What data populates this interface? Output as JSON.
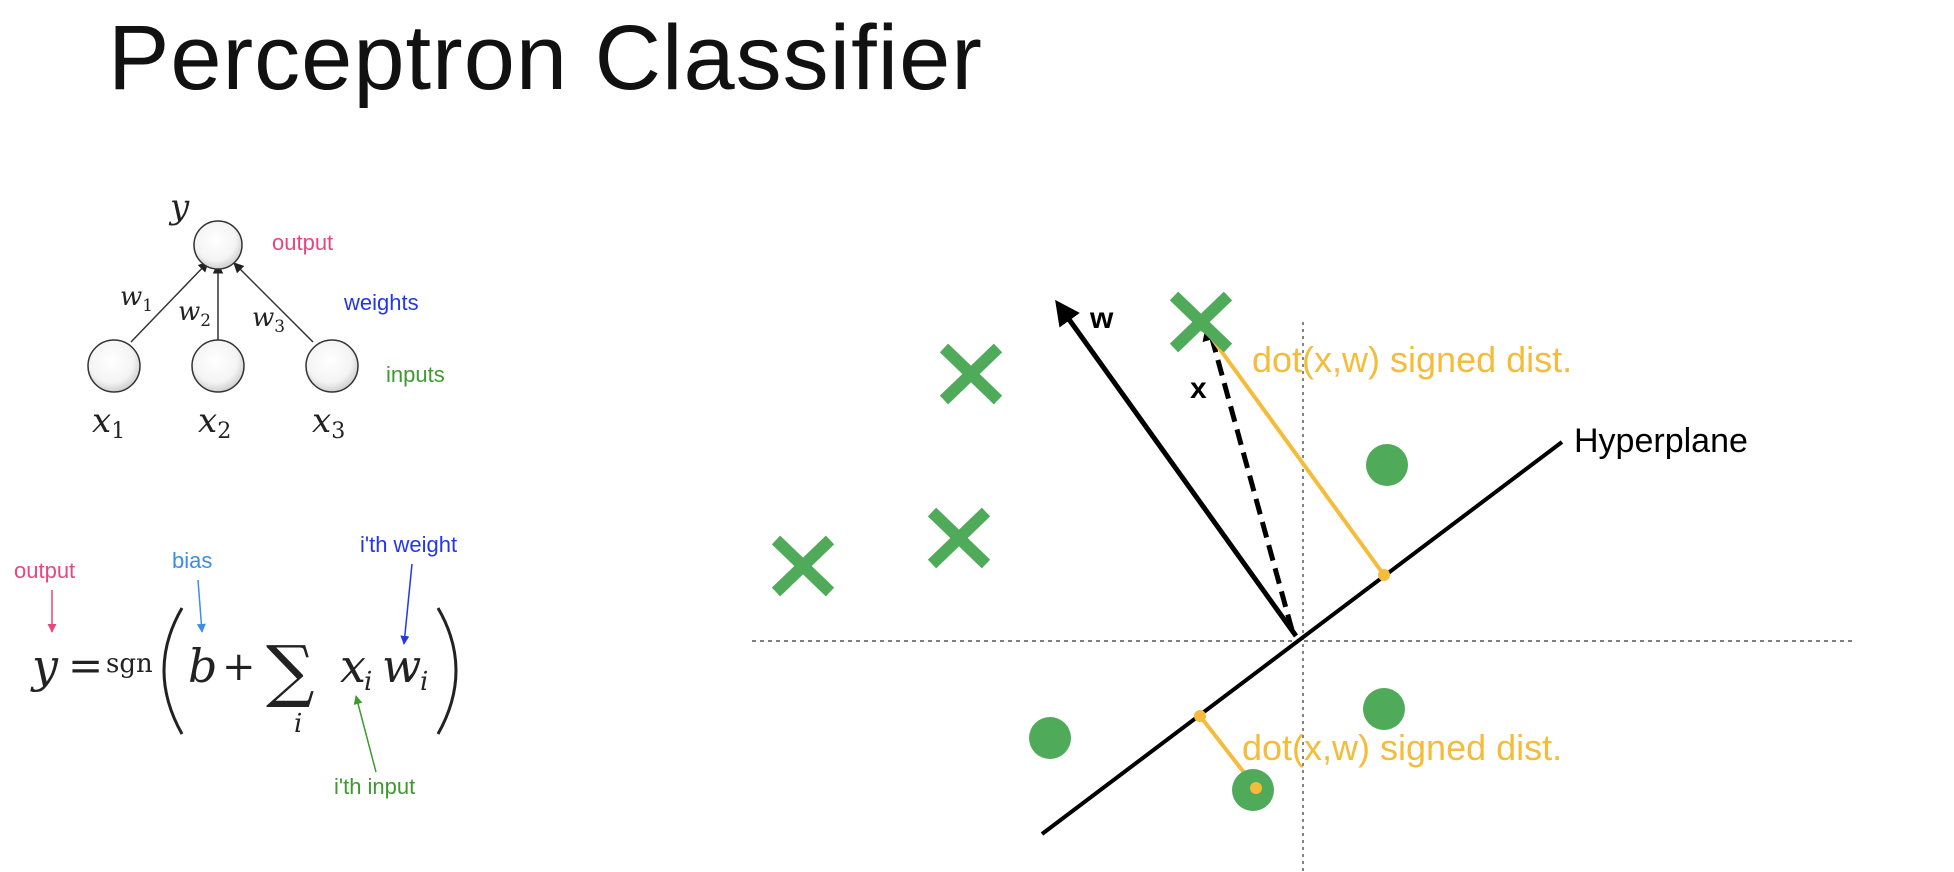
{
  "slide": {
    "title": "Perceptron Classifier"
  },
  "network": {
    "output_var": "y",
    "weights": [
      "w1",
      "w2",
      "w3"
    ],
    "inputs": [
      "x1",
      "x2",
      "x3"
    ],
    "labels": {
      "output": "output",
      "weights": "weights",
      "inputs": "inputs"
    }
  },
  "formula": {
    "lhs": "y",
    "equals": "=",
    "sign": "sgn",
    "bias": "b",
    "plus": "+",
    "sum": "∑",
    "index": "i",
    "term_x": "x",
    "term_w": "w",
    "sub": "i",
    "annotations": {
      "output": "output",
      "bias": "bias",
      "weight": "i'th weight",
      "input": "i'th input"
    }
  },
  "plot": {
    "w_label": "w",
    "x_label": "x",
    "hyperplane_label": "Hyperplane",
    "dist_label_top": "dot(x,w) signed dist.",
    "dist_label_bottom": "dot(x,w) signed dist."
  },
  "colors": {
    "pink": "#e8467f",
    "blue": "#2437e6",
    "light_blue": "#3b8de6",
    "green_text": "#3e9a2d",
    "marker_green": "#4faa5a",
    "orange": "#f5bc3c",
    "black": "#000000"
  }
}
